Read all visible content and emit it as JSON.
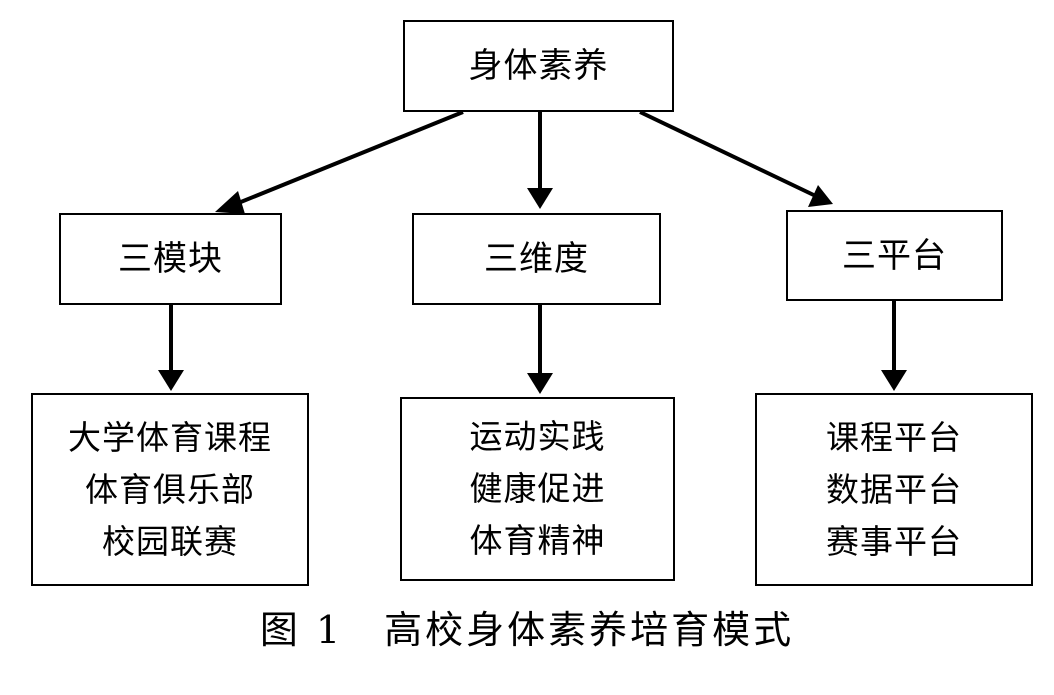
{
  "root": {
    "label": "身体素养"
  },
  "branches": [
    {
      "label": "三模块",
      "items": [
        "大学体育课程",
        "体育俱乐部",
        "校园联赛"
      ]
    },
    {
      "label": "三维度",
      "items": [
        "运动实践",
        "健康促进",
        "体育精神"
      ]
    },
    {
      "label": "三平台",
      "items": [
        "课程平台",
        "数据平台",
        "赛事平台"
      ]
    }
  ],
  "caption": "图 1　高校身体素养培育模式",
  "colors": {
    "line": "#000000",
    "background": "#ffffff"
  }
}
